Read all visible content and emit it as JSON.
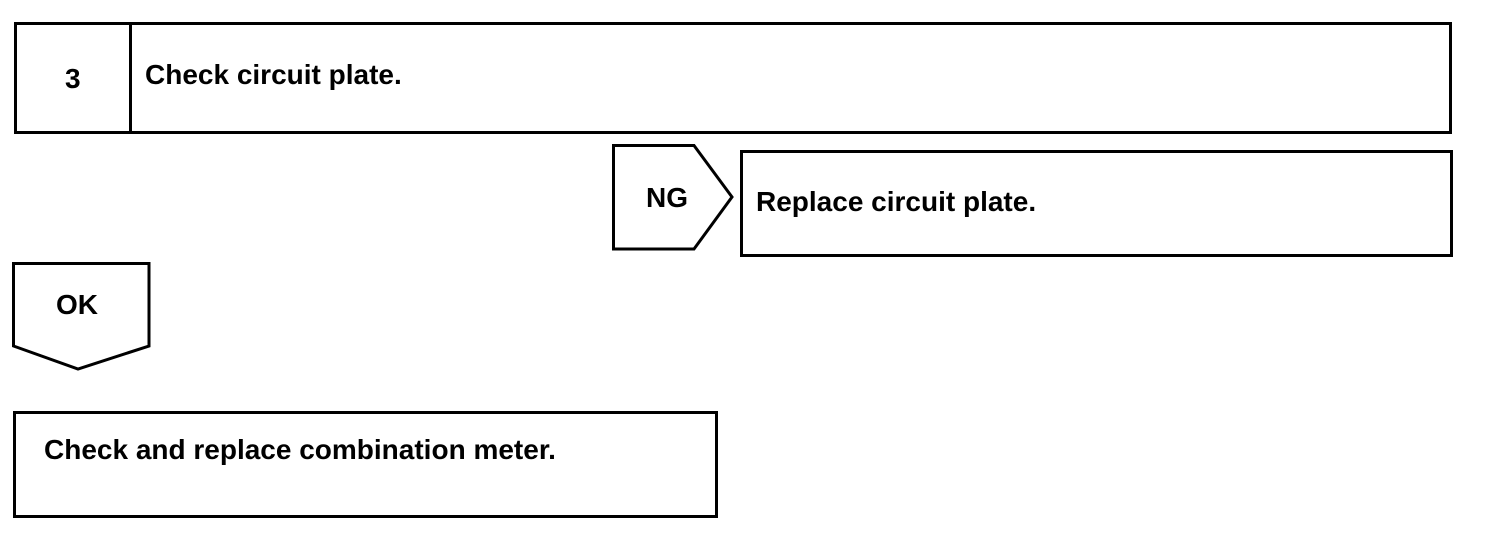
{
  "step": {
    "number": "3",
    "title": "Check circuit plate."
  },
  "ng_branch": {
    "label": "NG",
    "result": "Replace circuit plate."
  },
  "ok_branch": {
    "label": "OK",
    "result": "Check and replace combination meter."
  },
  "colors": {
    "line": "#000000",
    "background": "#ffffff"
  }
}
